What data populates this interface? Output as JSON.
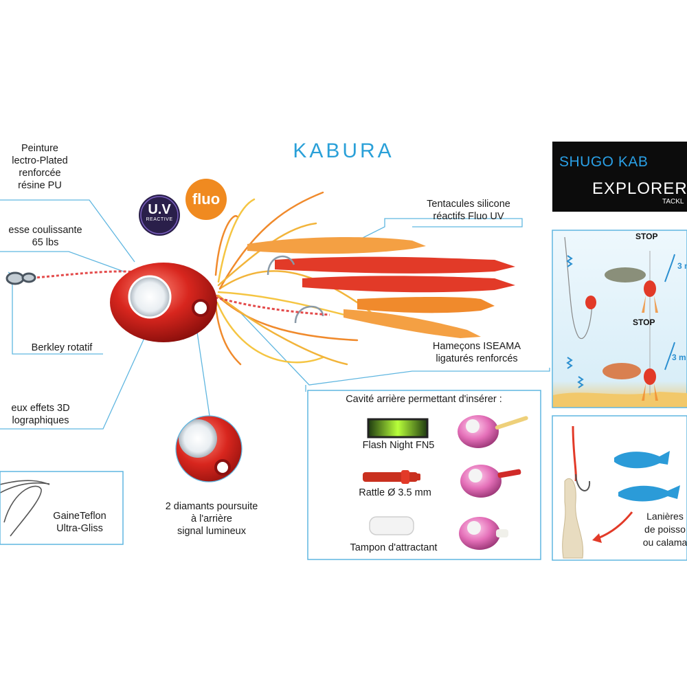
{
  "title": "KABURA",
  "badges": {
    "uv_main": "U.V",
    "uv_sub": "REACTIVE",
    "fluo": "fluo"
  },
  "brand": {
    "line1": "SHUGO KAB",
    "line2": "EXPLORER",
    "line3": "TACKL"
  },
  "callouts": {
    "peinture": [
      "Peinture",
      "lectro-Plated",
      "renforcée",
      "résine PU"
    ],
    "tresse": [
      "esse coulissante",
      "65 lbs"
    ],
    "berkley": "Berkley rotatif",
    "yeux": [
      "eux effets 3D",
      "lographiques"
    ],
    "gaine": [
      "GaineTeflon",
      "Ultra-Gliss"
    ],
    "diamants": [
      "2 diamants poursuite",
      "à l'arrière",
      "signal lumineux"
    ],
    "tentacules": [
      "Tentacules silicone",
      "réactifs Fluo UV"
    ],
    "hamecons": [
      "Hameçons ISEAMA",
      "ligaturés renforcés"
    ]
  },
  "inserts": {
    "heading": "Cavité arrière permettant d'insérer :",
    "items": [
      "Flash Night FN5",
      "Rattle Ø 3.5 mm",
      "Tampon d'attractant"
    ]
  },
  "diagram1": {
    "stop1": "STOP",
    "stop2": "STOP",
    "m1": "3 m",
    "m2": "3 m"
  },
  "diagram2": {
    "text": [
      "Lanières",
      "de poisso",
      "ou calama"
    ]
  },
  "colors": {
    "accent": "#2aa0d8",
    "line": "#5fb6e0",
    "lure_red": "#d8261e",
    "skirt_orange": "#f08a2c",
    "pink": "#e46fb8"
  }
}
